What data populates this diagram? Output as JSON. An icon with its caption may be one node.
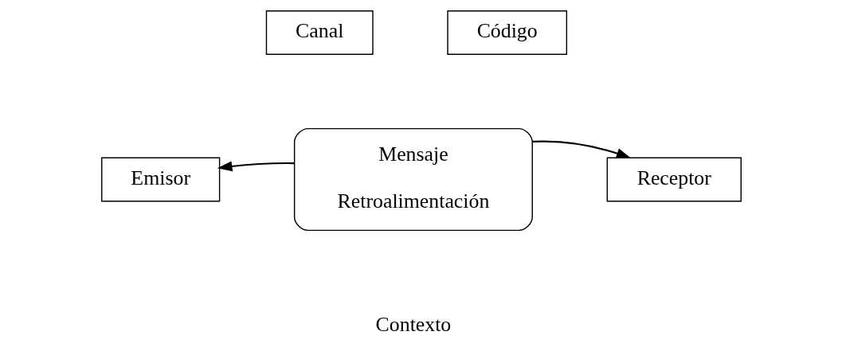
{
  "diagram": {
    "nodes": [
      {
        "text": [
          "Canal"
        ]
      },
      {
        "text": [
          "Código"
        ]
      },
      {
        "text": [
          "Emisor"
        ]
      },
      {
        "text": [
          "Mensaje",
          "Retroalimentación"
        ]
      },
      {
        "text": [
          "Receptor"
        ]
      }
    ],
    "edges": [
      {
        "from": 3,
        "to": 2,
        "arrow": "to"
      },
      {
        "from": 3,
        "to": 4,
        "arrow": "to"
      }
    ],
    "labels": [
      "Contexto"
    ]
  }
}
